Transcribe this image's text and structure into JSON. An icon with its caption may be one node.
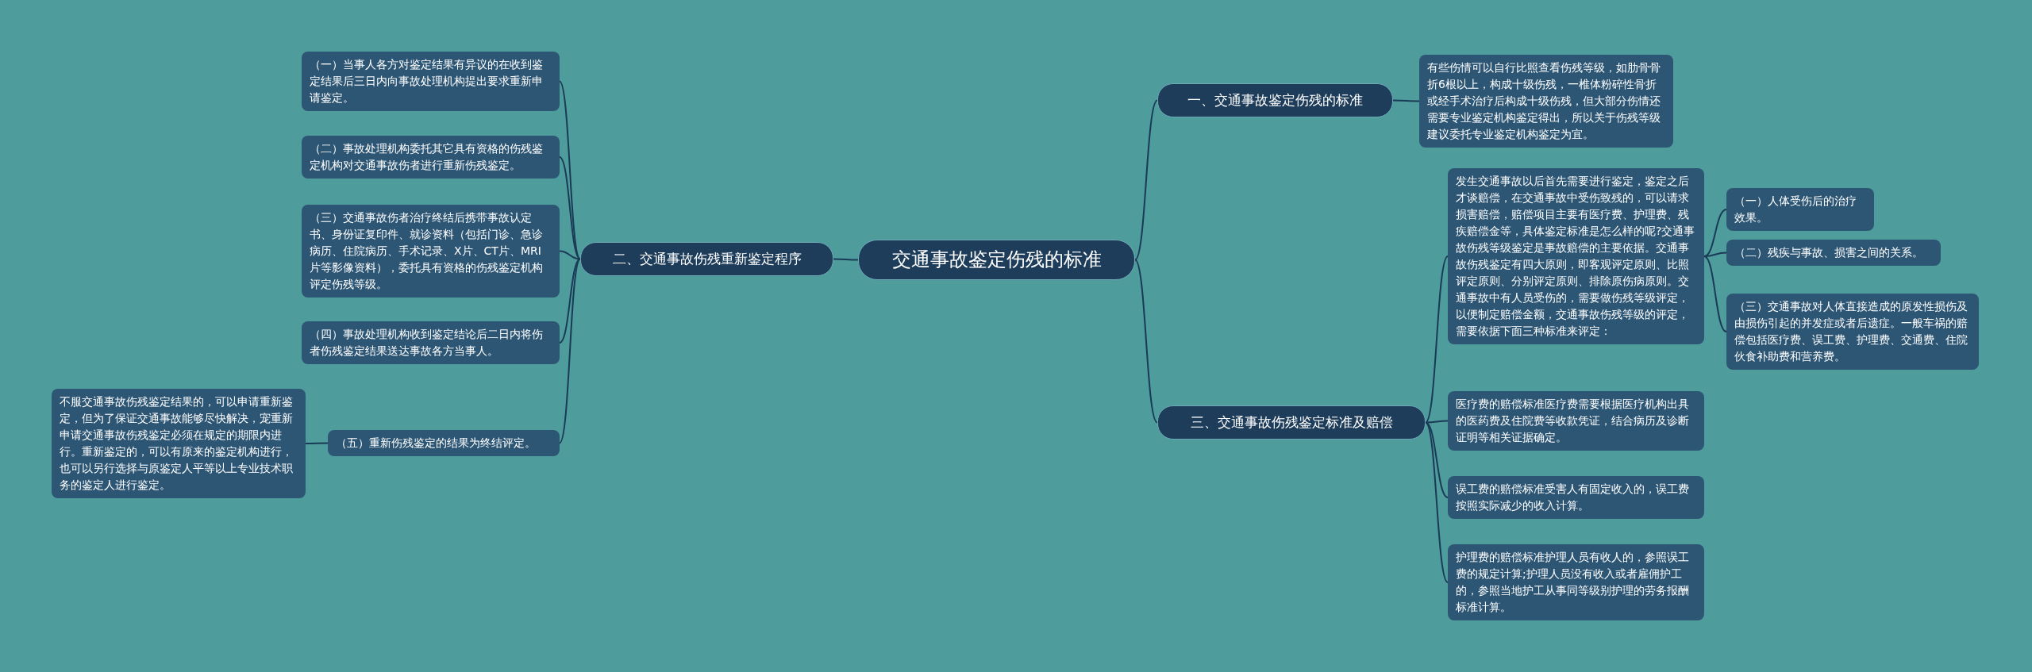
{
  "diagram": {
    "nodes": [
      {
        "text": [
          "交通事故鉴定伤残的标准"
        ]
      },
      {
        "text": [
          "一、交通事故鉴定伤残的标准"
        ]
      },
      {
        "text": [
          "有些伤情可以自行比照查看伤残等级，如肋骨骨折6根以上，构成十级伤残，一椎体粉碎性骨折或经手术治疗后构成十级伤残，但大部分伤情还需要专业鉴定机构鉴定得出，所以关于伤残等级建议委托专业鉴定机构鉴定为宜。"
        ]
      },
      {
        "text": [
          "二、交通事故伤残重新鉴定程序"
        ]
      },
      {
        "text": [
          "（一）当事人各方对鉴定结果有异议的在收到鉴定结果后三日内向事故处理机构提出要求重新申请鉴定。"
        ]
      },
      {
        "text": [
          "（二）事故处理机构委托其它具有资格的伤残鉴定机构对交通事故伤者进行重新伤残鉴定。"
        ]
      },
      {
        "text": [
          "（三）交通事故伤者治疗终结后携带事故认定书、身份证复印件、就诊资料（包括门诊、急诊病历、住院病历、手术记录、X片、CT片、MRI片等影像资料），委托具有资格的伤残鉴定机构评定伤残等级。"
        ]
      },
      {
        "text": [
          "（四）事故处理机构收到鉴定结论后二日内将伤者伤残鉴定结果送达事故各方当事人。"
        ]
      },
      {
        "text": [
          "（五）重新伤残鉴定的结果为终结评定。"
        ]
      },
      {
        "text": [
          "不服交通事故伤残鉴定结果的，可以申请重新鉴定，但为了保证交通事故能够尽快解决，宠重新申请交通事故伤残鉴定必须在规定的期限内进行。重新鉴定的，可以有原来的鉴定机构进行，也可以另行选择与原鉴定人平等以上专业技术职务的鉴定人进行鉴定。"
        ]
      },
      {
        "text": [
          "三、交通事故伤残鉴定标准及赔偿"
        ]
      },
      {
        "text": [
          "发生交通事故以后首先需要进行鉴定，鉴定之后才谈赔偿，在交通事故中受伤致残的，可以请求损害赔偿，赔偿项目主要有医疗费、护理费、残疾赔偿金等，具体鉴定标准是怎么样的呢?交通事故伤残等级鉴定是事故赔偿的主要依据。交通事故伤残鉴定有四大原则，即客观评定原则、比照评定原则、分别评定原则、排除原伤病原则。交通事故中有人员受伤的，需要做伤残等级评定，以便制定赔偿金额，交通事故伤残等级的评定，需要依据下面三种标准来评定："
        ]
      },
      {
        "text": [
          "（一）人体受伤后的治疗效果。"
        ]
      },
      {
        "text": [
          "（二）残疾与事故、损害之间的关系。"
        ]
      },
      {
        "text": [
          "（三）交通事故对人体直接造成的原发性损伤及由损伤引起的并发症或者后遗症。一般车祸的赔偿包括医疗费、误工费、护理费、交通费、住院伙食补助费和营养费。"
        ]
      },
      {
        "text": [
          "医疗费的赔偿标准医疗费需要根据医疗机构出具的医药费及住院费等收款凭证，结合病历及诊断证明等相关证据确定。"
        ]
      },
      {
        "text": [
          "误工费的赔偿标准受害人有固定收入的，误工费按照实际减少的收入计算。"
        ]
      },
      {
        "text": [
          "护理费的赔偿标准护理人员有收人的，参照误工费的规定计算;护理人员没有收入或者雇佣护工的，参照当地护工从事同等级别护理的劳务报酬标准计算。"
        ]
      }
    ],
    "edges": [
      {
        "from": 0,
        "to": 1,
        "arrow": "none"
      },
      {
        "from": 1,
        "to": 2,
        "arrow": "none"
      },
      {
        "from": 0,
        "to": 3,
        "arrow": "none"
      },
      {
        "from": 3,
        "to": 4,
        "arrow": "none"
      },
      {
        "from": 3,
        "to": 5,
        "arrow": "none"
      },
      {
        "from": 3,
        "to": 6,
        "arrow": "none"
      },
      {
        "from": 3,
        "to": 7,
        "arrow": "none"
      },
      {
        "from": 3,
        "to": 8,
        "arrow": "none"
      },
      {
        "from": 8,
        "to": 9,
        "arrow": "none"
      },
      {
        "from": 0,
        "to": 10,
        "arrow": "none"
      },
      {
        "from": 10,
        "to": 11,
        "arrow": "none"
      },
      {
        "from": 11,
        "to": 12,
        "arrow": "none"
      },
      {
        "from": 11,
        "to": 13,
        "arrow": "none"
      },
      {
        "from": 11,
        "to": 14,
        "arrow": "none"
      },
      {
        "from": 10,
        "to": 15,
        "arrow": "none"
      },
      {
        "from": 10,
        "to": 16,
        "arrow": "none"
      },
      {
        "from": 10,
        "to": 17,
        "arrow": "none"
      }
    ]
  }
}
